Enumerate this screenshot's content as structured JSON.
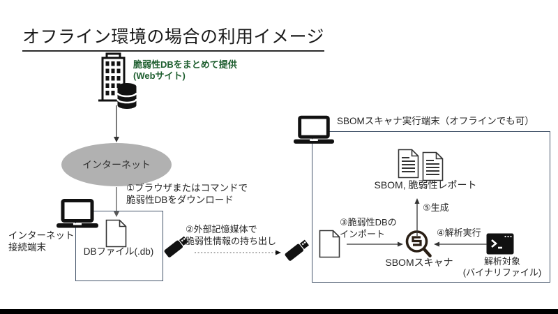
{
  "title": "オフライン環境の場合の利用イメージ",
  "colors": {
    "green_text": "#1e5e2f",
    "box_border": "#44546a",
    "ellipse_fill": "#b1b1b1",
    "icon_black": "#111111"
  },
  "vuln_db_provider": {
    "line1": "脆弱性DBをまとめて提供",
    "line2": "(Webサイト)"
  },
  "internet": {
    "label": "インターネット"
  },
  "internet_terminal": {
    "line1": "インターネット",
    "line2": "接続端末"
  },
  "db_file": {
    "label": "DBファイル(.db)"
  },
  "steps": {
    "step1_line1": "①ブラウザまたはコマンドで",
    "step1_line2": "脆弱性DBをダウンロード",
    "step2_line1": "②外部記憶媒体で",
    "step2_line2": "脆弱性情報の持ち出し",
    "step3_line1": "③脆弱性DBの",
    "step3_line2": "インポート",
    "step4": "④解析実行",
    "step5": "⑤生成"
  },
  "scanner_terminal": {
    "title": "SBOMスキャナ実行端末（オフラインでも可）",
    "reports_label": "SBOM, 脆弱性レポート",
    "scanner_label": "SBOMスキャナ",
    "analysis_target_line1": "解析対象",
    "analysis_target_line2": "(バイナリファイル)"
  },
  "icons": {
    "provider": [
      "building-icon",
      "database-icon"
    ],
    "terminals": [
      "laptop-icon"
    ],
    "files": [
      "document-icon",
      "report-document-icon"
    ],
    "media": [
      "usb-drive-icon"
    ],
    "scanner": [
      "sbom-scanner-logo"
    ],
    "target": [
      "terminal-window-icon"
    ]
  }
}
